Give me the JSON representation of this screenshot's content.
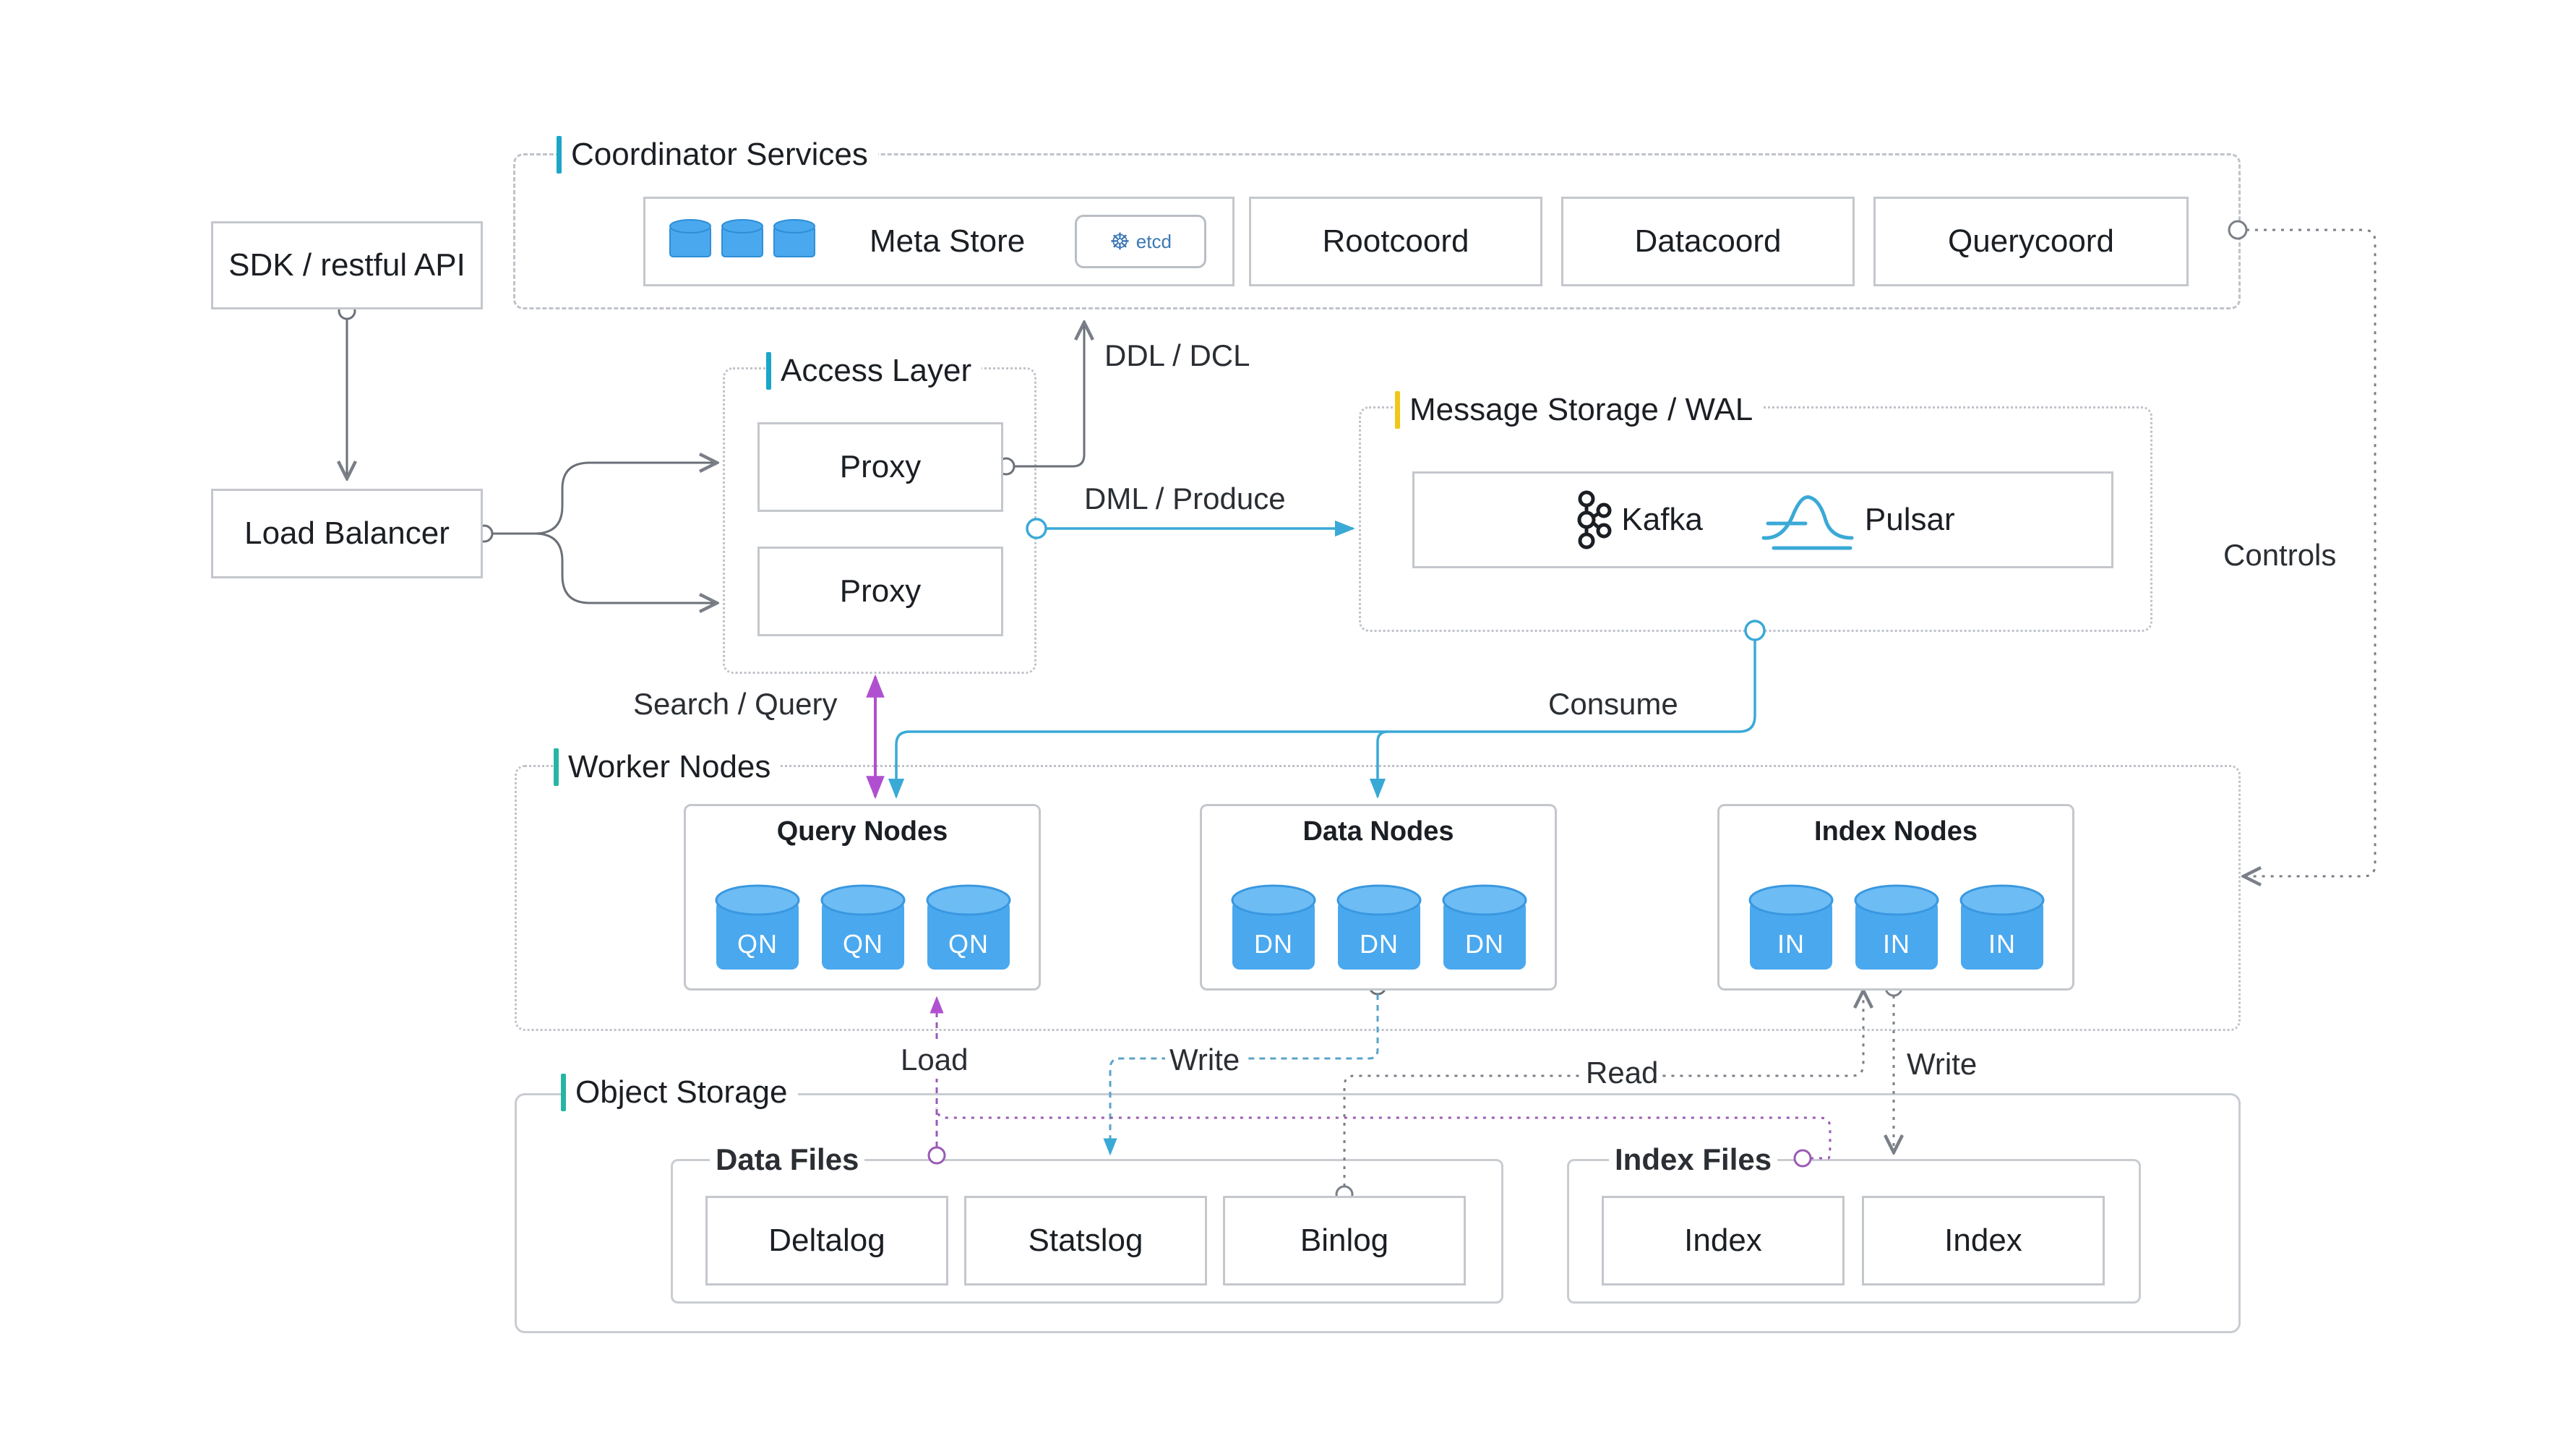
{
  "sections": {
    "coordinator": "Coordinator Services",
    "access": "Access Layer",
    "message": "Message Storage / WAL",
    "worker": "Worker Nodes",
    "object": "Object Storage"
  },
  "boxes": {
    "sdk": "SDK / restful API",
    "load_balancer": "Load Balancer",
    "meta_store": "Meta Store",
    "etcd": "etcd",
    "rootcoord": "Rootcoord",
    "datacoord": "Datacoord",
    "querycoord": "Querycoord",
    "proxy_1": "Proxy",
    "proxy_2": "Proxy",
    "kafka": "Kafka",
    "pulsar": "Pulsar"
  },
  "worker_nodes": [
    {
      "title": "Query Nodes",
      "cylinders": [
        "QN",
        "QN",
        "QN"
      ]
    },
    {
      "title": "Data Nodes",
      "cylinders": [
        "DN",
        "DN",
        "DN"
      ]
    },
    {
      "title": "Index Nodes",
      "cylinders": [
        "IN",
        "IN",
        "IN"
      ]
    }
  ],
  "object_storage": {
    "data_files": {
      "title": "Data Files",
      "items": [
        "Deltalog",
        "Statslog",
        "Binlog"
      ]
    },
    "index_files": {
      "title": "Index Files",
      "items": [
        "Index",
        "Index"
      ]
    }
  },
  "edge_labels": {
    "ddl_dcl": "DDL / DCL",
    "dml_produce": "DML / Produce",
    "search_query": "Search / Query",
    "consume": "Consume",
    "controls": "Controls",
    "load": "Load",
    "write_data": "Write",
    "read": "Read",
    "write_index": "Write"
  },
  "colors": {
    "coordinator_accent": "#1aa6c9",
    "access_accent": "#1aa6c9",
    "message_accent": "#f2c518",
    "worker_accent": "#26b5a5",
    "object_accent": "#26b5a5",
    "teal_flow": "#3aa9d6",
    "purple_flow": "#b04fd0",
    "cylinder_fill": "#4aa8ee",
    "gray_line": "#6b7078"
  },
  "icons": {
    "meta_store": "database-stack-icon",
    "etcd": "etcd-logo-icon",
    "kafka": "kafka-logo-icon",
    "pulsar": "pulsar-logo-icon"
  }
}
